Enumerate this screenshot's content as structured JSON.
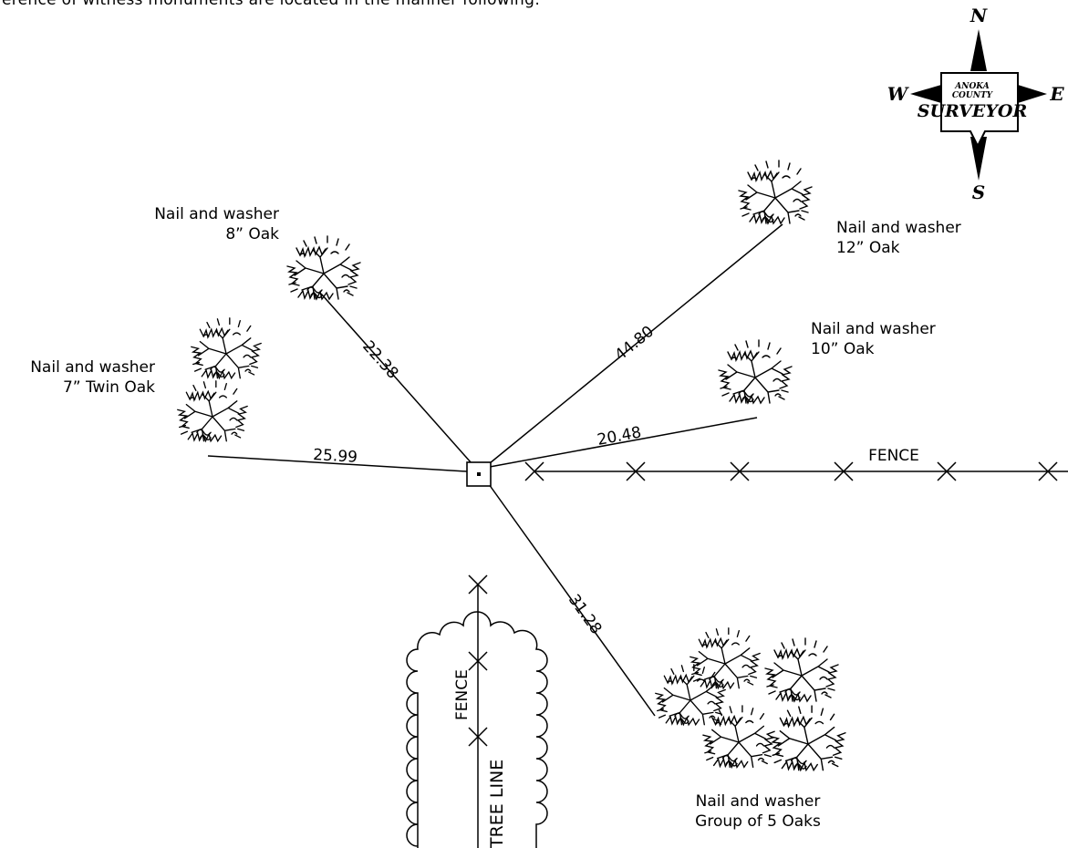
{
  "caption": "erence of witness monuments are located in the manner following:",
  "compass": {
    "north": "N",
    "south": "S",
    "east": "E",
    "west": "W",
    "logo_line1": "ANOKA",
    "logo_line2": "COUNTY",
    "logo_line3": "SURVEYOR"
  },
  "witnesses": [
    {
      "line1": "Nail and washer",
      "line2": "8” Oak",
      "distance": "22.38"
    },
    {
      "line1": "Nail and washer",
      "line2": "12” Oak",
      "distance": "44.80"
    },
    {
      "line1": "Nail and washer",
      "line2": "10” Oak",
      "distance": "20.48"
    },
    {
      "line1": "Nail and washer",
      "line2": "7” Twin Oak",
      "distance": "25.99"
    },
    {
      "line1": "Nail and washer",
      "line2": "Group of 5 Oaks",
      "distance": "31.28"
    }
  ],
  "features": {
    "fence_east": "FENCE",
    "fence_south": "FENCE",
    "tree_line": "TREE LINE"
  }
}
